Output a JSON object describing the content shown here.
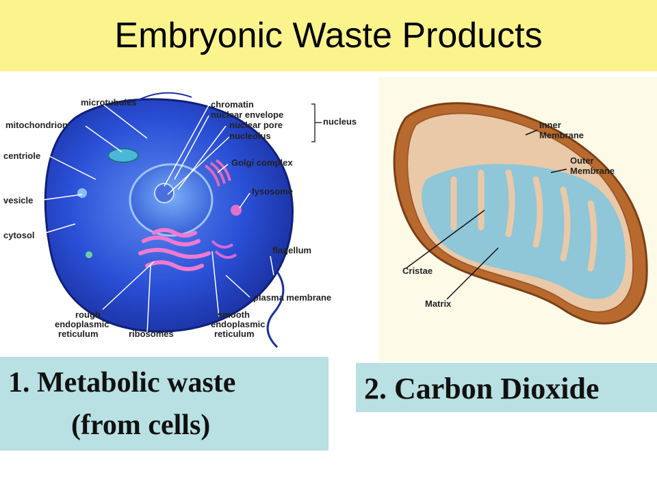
{
  "title": "Embryonic Waste Products",
  "cell_labels": {
    "microtubules": "microtubules",
    "mitochondrion": "mitochondrion",
    "centriole": "centriole",
    "vesicle": "vesicle",
    "cytosol": "cytosol",
    "chromatin": "chromatin",
    "nuclear_envelope": "nuclear envelope",
    "nuclear_pore": "nuclear pore",
    "nucleolus": "nucleolus",
    "nucleus": "nucleus",
    "golgi": "Golgi complex",
    "lysosome": "lysosome",
    "flagellum": "flagellum",
    "plasma_membrane": "plasma membrane",
    "rough_er_1": "rough",
    "rough_er_2": "endoplasmic",
    "rough_er_3": "reticulum",
    "ribosomes": "ribosomes",
    "smooth_er_1": "smooth",
    "smooth_er_2": "endoplasmic",
    "smooth_er_3": "reticulum"
  },
  "mito_labels": {
    "inner_1": "Inner",
    "inner_2": "Membrane",
    "outer_1": "Outer",
    "outer_2": "Membrane",
    "cristae": "Cristae",
    "matrix": "Matrix"
  },
  "captions": {
    "caption1_line1": "1. Metabolic waste",
    "caption1_line2": "(from cells)",
    "caption2": "2. Carbon Dioxide"
  },
  "colors": {
    "title_bg": "#fbf38c",
    "caption_bg": "#b9e0e2",
    "cell_blue": "#2a4fd6",
    "mito_brown": "#b86a2e",
    "matrix_blue": "#8fc6d8"
  }
}
